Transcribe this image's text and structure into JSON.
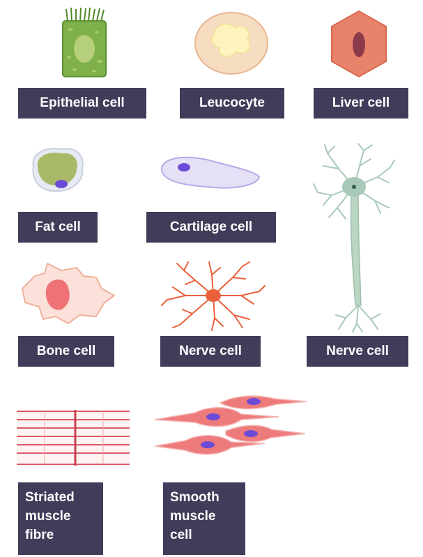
{
  "labels": {
    "epithelial": "Epithelial cell",
    "leucocyte": "Leucocyte",
    "liver": "Liver cell",
    "fat": "Fat cell",
    "cartilage": "Cartilage cell",
    "bone": "Bone cell",
    "nerve_small": "Nerve cell",
    "nerve_long": "Nerve cell",
    "striated": "Striated\nmuscle\nfibre",
    "smooth": "Smooth\nmuscle\ncell"
  },
  "colors": {
    "label_bg": "#3f3d5a",
    "epithelial": "#7fb04a",
    "leucocyte": "#f6dcc0",
    "liver": "#e8826a",
    "fat": "#a8ba68",
    "cartilage": "#e6e0f6",
    "bone": "#fbe1d9",
    "nerve_small": "#e9603a",
    "nerve_long": "#a9c9b8",
    "striated": "#d95a6a",
    "smooth": "#ee7b7b",
    "nucleus_purple": "#6c4bd6"
  },
  "icons": {
    "epithelial": "epithelial-cell-icon",
    "leucocyte": "leucocyte-icon",
    "liver": "liver-cell-icon",
    "fat": "fat-cell-icon",
    "cartilage": "cartilage-cell-icon",
    "bone": "bone-cell-icon",
    "nerve_small": "nerve-cell-icon",
    "nerve_long": "long-nerve-cell-icon",
    "striated": "striated-muscle-fibre-icon",
    "smooth": "smooth-muscle-cell-icon"
  }
}
